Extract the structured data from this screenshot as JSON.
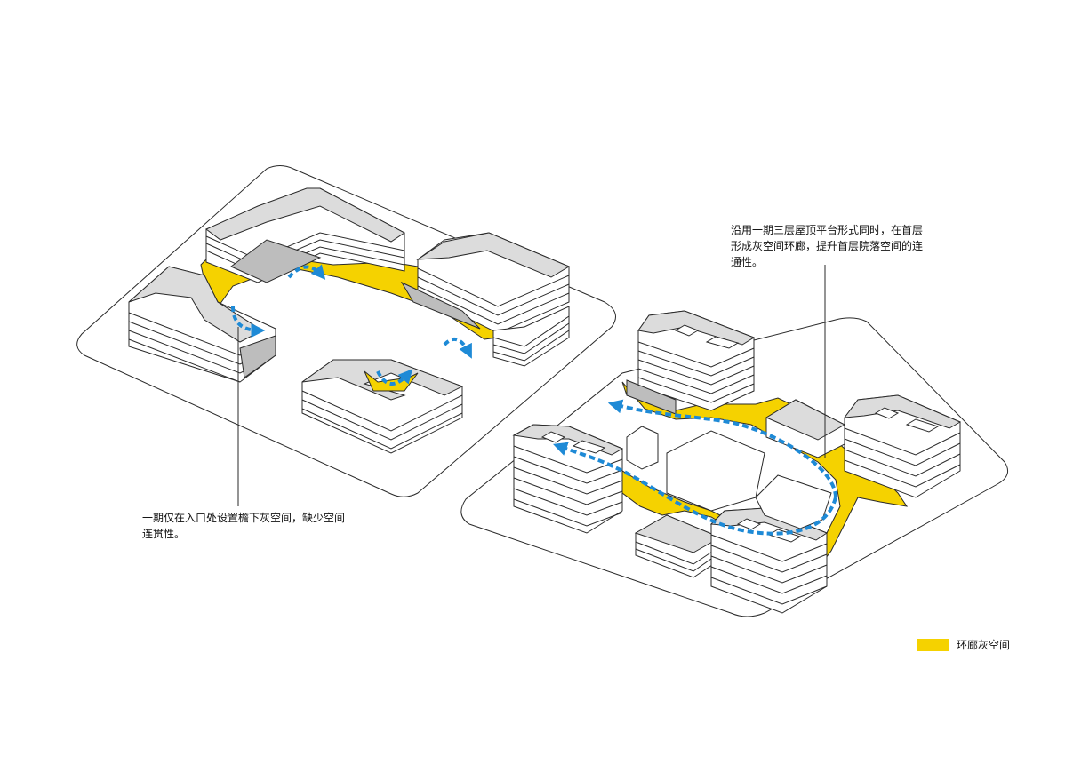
{
  "annotations": {
    "phase_one": "一期仅在入口处设置檐下灰空间，缺少空间连贯性。",
    "phase_two": "沿用一期三层屋顶平台形式同时，在首层形成灰空间环廊，提升首层院落空间的连通性。"
  },
  "legend": {
    "label": "环廊灰空间",
    "color": "#f5d200"
  },
  "colors": {
    "corridor_yellow": "#f5d200",
    "flow_arrow_blue": "#1e8ad6",
    "roof_grey": "#dcdcdc",
    "shadow_grey": "#bdbdbd",
    "line": "#2a2a2a"
  },
  "icons": {
    "flow_arrows": "dashed-curved-arrow-icon",
    "leader_lines": "leader-line-icon"
  }
}
